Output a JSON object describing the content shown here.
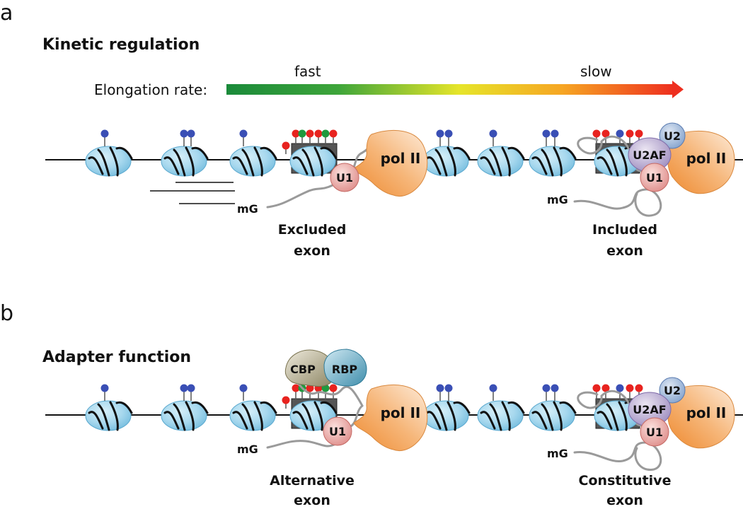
{
  "panel_a": {
    "letter": "a",
    "title": "Kinetic regulation",
    "rate_label": "Elongation rate:",
    "fast_label": "fast",
    "slow_label": "slow",
    "left_complex": {
      "pol": "pol II",
      "u1": "U1",
      "mg": "mG"
    },
    "right_complex": {
      "pol": "pol II",
      "u1": "U1",
      "u2af": "U2AF",
      "u2": "U2",
      "mg": "mG"
    },
    "left_caption": [
      "Excluded",
      "exon"
    ],
    "right_caption": [
      "Included",
      "exon"
    ]
  },
  "panel_b": {
    "letter": "b",
    "title": "Adapter function",
    "left_complex": {
      "pol": "pol II",
      "u1": "U1",
      "cbp": "CBP",
      "rbp": "RBP",
      "mg": "mG"
    },
    "right_complex": {
      "pol": "pol II",
      "u1": "U1",
      "u2af": "U2AF",
      "u2": "U2",
      "mg": "mG"
    },
    "left_caption": [
      "Alternative",
      "exon"
    ],
    "right_caption": [
      "Constitutive",
      "exon"
    ]
  },
  "colors": {
    "nucleosome": "#9fd3ec",
    "mark_blue": "#3a4fb5",
    "mark_red": "#e8231f",
    "mark_green": "#1f9a3e",
    "exon_box": "#555555",
    "gradient": [
      "#1a8a3a",
      "#e6e52a",
      "#ee2f1f"
    ]
  }
}
